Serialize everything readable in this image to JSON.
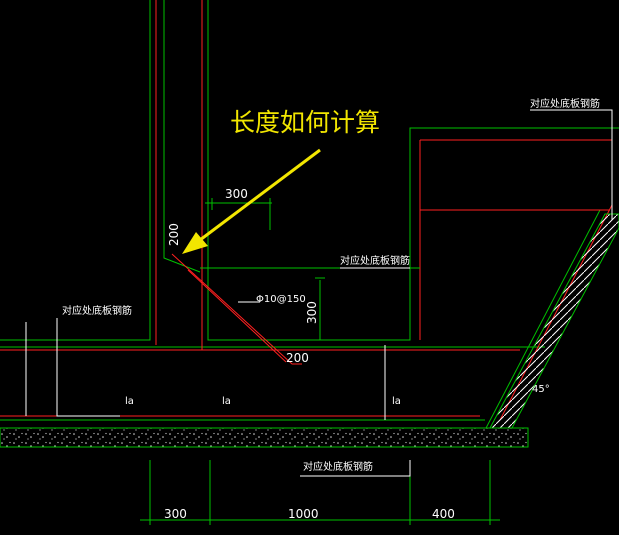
{
  "drawing": {
    "annotation": "长度如何计算",
    "labels": {
      "rebar_ref": "对应处底板钢筋",
      "rebar_spec": "Φ10@150",
      "anchor": "la",
      "angle": "45°"
    },
    "dims": {
      "d300_top": "300",
      "d200_vertical": "200",
      "d300_vertical": "300",
      "d200_diag": "200",
      "d300_bottom": "300",
      "d1000_bottom": "1000",
      "d400_bottom": "400"
    }
  },
  "colors": {
    "background": "#000000",
    "structure": "#00c000",
    "rebar": "#ff2020",
    "dimension": "#00c000",
    "text": "#ffffff",
    "annotation": "#f2e600"
  }
}
